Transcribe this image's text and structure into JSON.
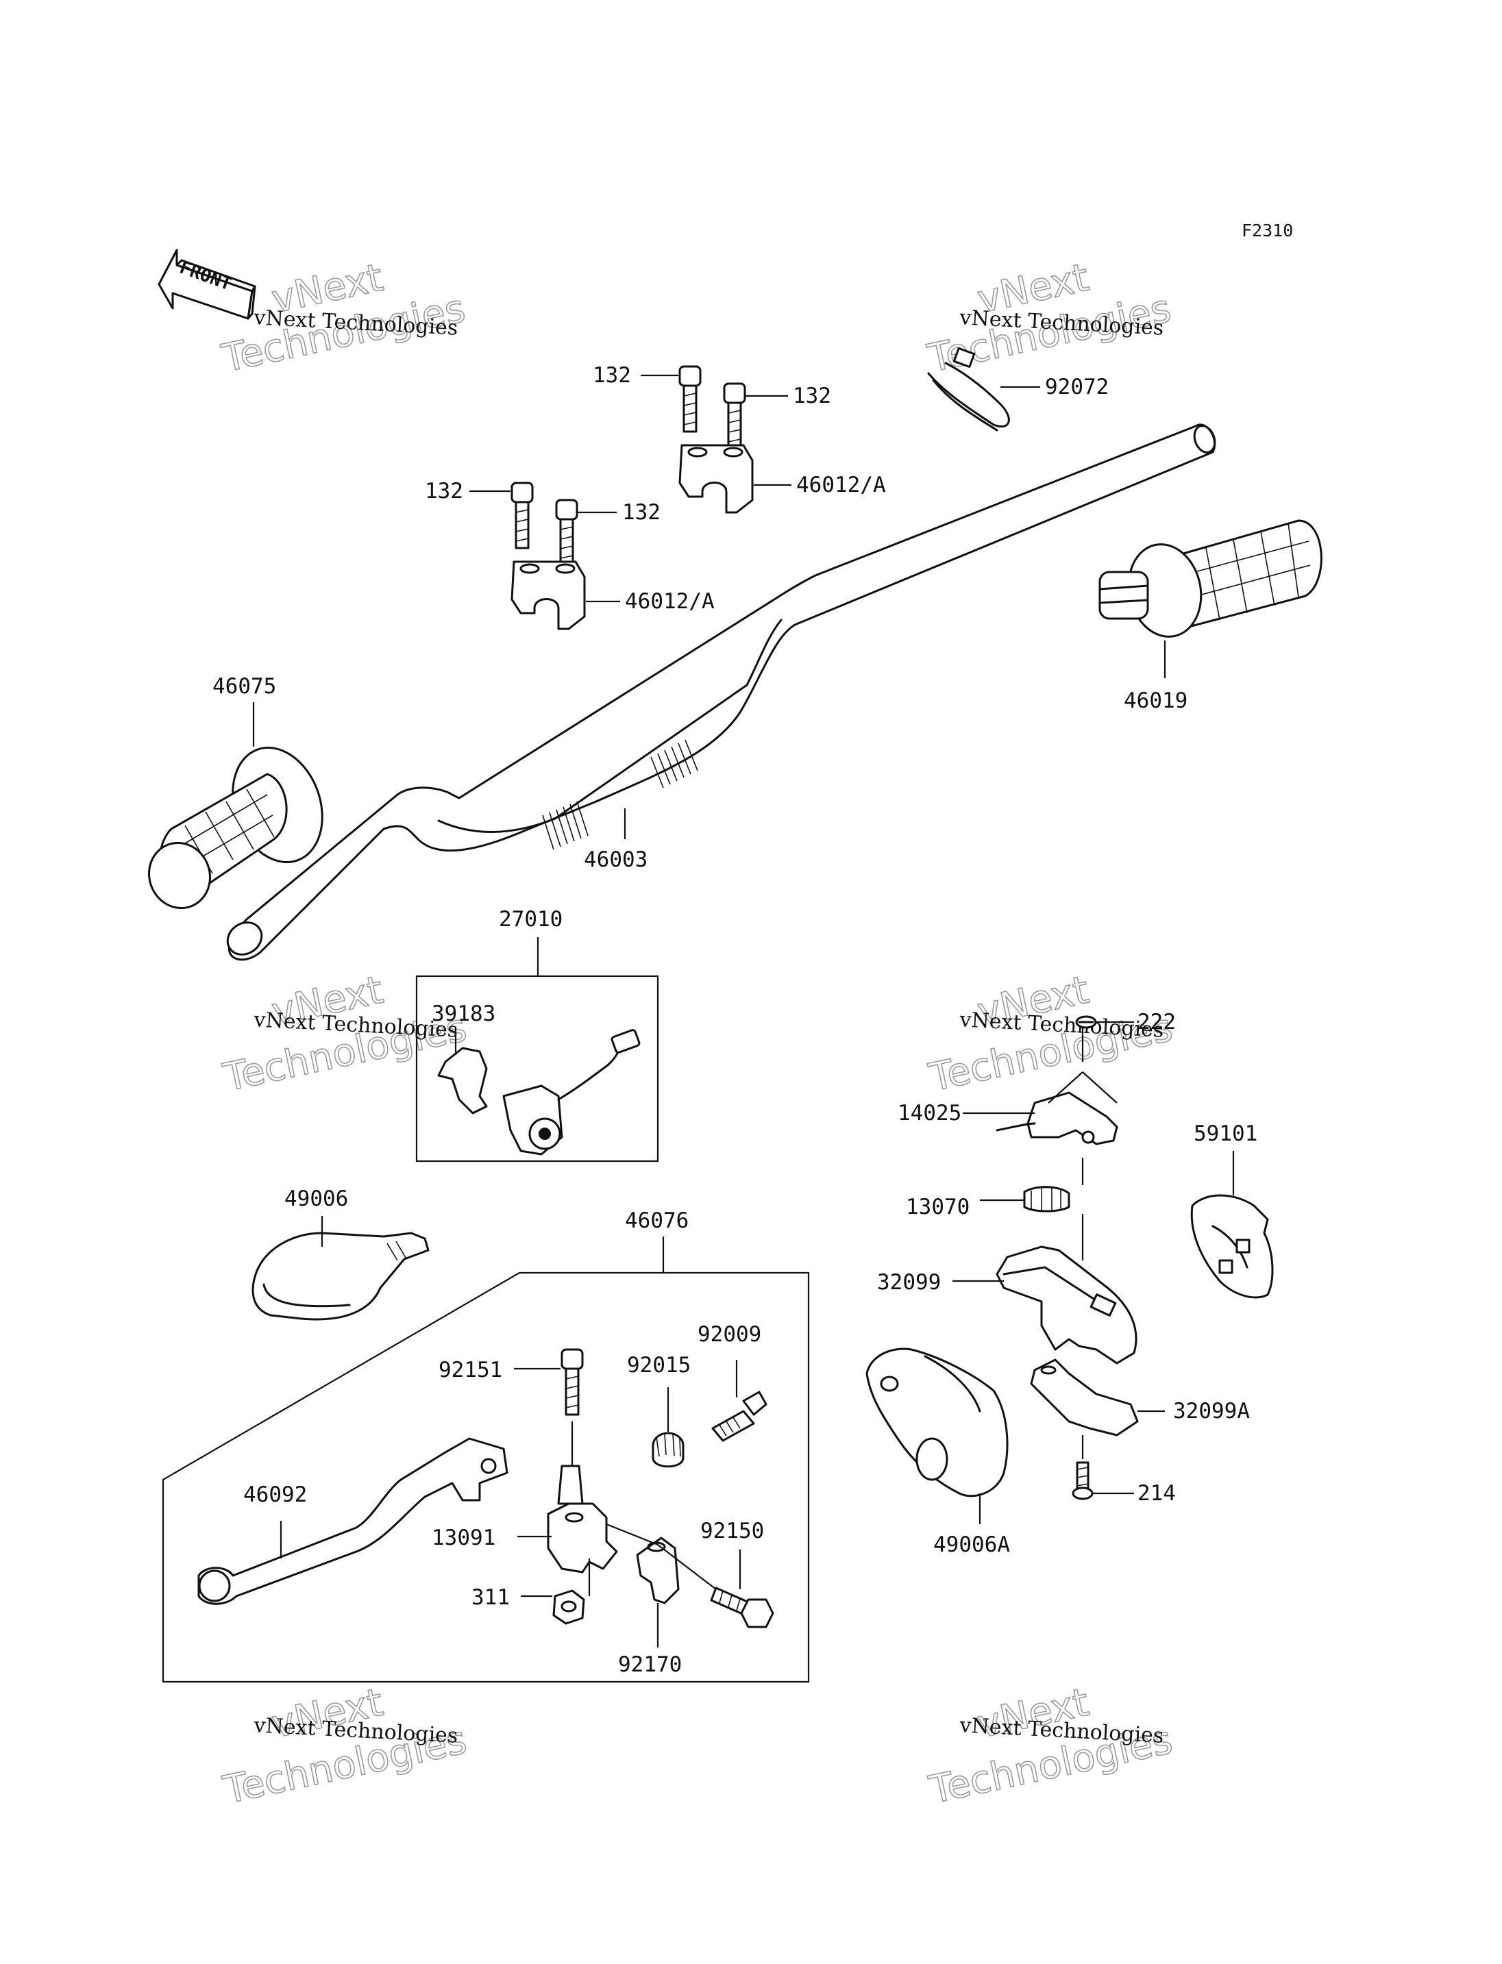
{
  "figure_code": "F2310",
  "front_arrow": "FRONT",
  "watermark": {
    "line1": "vNext Technologies",
    "line2": "vNext",
    "line3": "Technologies"
  },
  "labels": {
    "p132a": "132",
    "p132b": "132",
    "p132c": "132",
    "p132d": "132",
    "p46012a_top": "46012/A",
    "p46012a_bot": "46012/A",
    "p92072": "92072",
    "p46075": "46075",
    "p46019": "46019",
    "p46003": "46003",
    "p27010": "27010",
    "p39183": "39183",
    "p222": "222",
    "p14025": "14025",
    "p59101": "59101",
    "p13070": "13070",
    "p32099": "32099",
    "p32099A": "32099A",
    "p214": "214",
    "p49006A": "49006A",
    "p49006": "49006",
    "p46076": "46076",
    "p92009": "92009",
    "p92015": "92015",
    "p92151": "92151",
    "p46092": "46092",
    "p13091": "13091",
    "p92150": "92150",
    "p311": "311",
    "p92170": "92170"
  }
}
